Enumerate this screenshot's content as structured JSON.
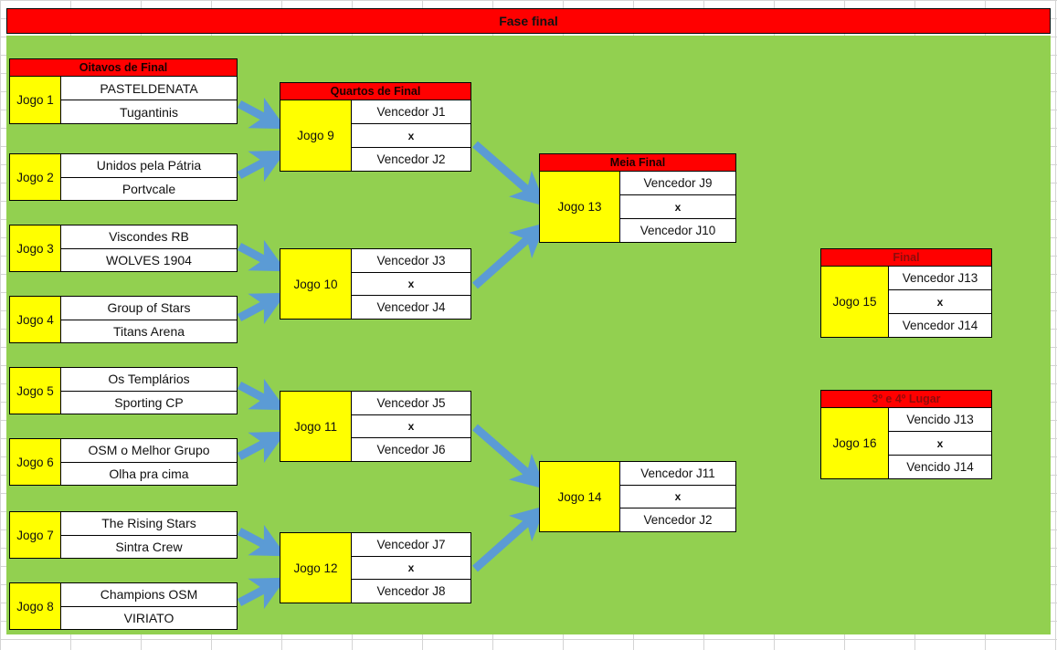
{
  "banner": {
    "title": "Fase final"
  },
  "colors": {
    "field_green": "#92D050",
    "header_red": "#FF0000",
    "game_yellow": "#FFFF00",
    "arrow_blue": "#5B9BD5",
    "border_black": "#000000"
  },
  "rounds": {
    "round_of_16": {
      "title": "Oitavos de Final"
    },
    "quarter_finals": {
      "title": "Quartos de Final"
    },
    "semi_finals": {
      "title": "Meia Final"
    },
    "final": {
      "title": "Final"
    },
    "third_place": {
      "title": "3º e 4º Lugar"
    }
  },
  "vs_label": "x",
  "matches": [
    {
      "id": "jogo-1",
      "game": "Jogo 1",
      "home": "PASTELDENATA",
      "away": "Tugantinis"
    },
    {
      "id": "jogo-2",
      "game": "Jogo 2",
      "home": "Unidos pela Pátria",
      "away": "Portvcale"
    },
    {
      "id": "jogo-3",
      "game": "Jogo 3",
      "home": "Viscondes RB",
      "away": "WOLVES 1904"
    },
    {
      "id": "jogo-4",
      "game": "Jogo 4",
      "home": "Group of Stars",
      "away": "Titans Arena"
    },
    {
      "id": "jogo-5",
      "game": "Jogo 5",
      "home": "Os Templários",
      "away": "Sporting CP"
    },
    {
      "id": "jogo-6",
      "game": "Jogo 6",
      "home": "OSM o Melhor Grupo",
      "away": "Olha pra cima"
    },
    {
      "id": "jogo-7",
      "game": "Jogo 7",
      "home": "The Rising Stars",
      "away": "Sintra Crew"
    },
    {
      "id": "jogo-8",
      "game": "Jogo 8",
      "home": "Champions OSM",
      "away": "VIRIATO"
    },
    {
      "id": "jogo-9",
      "game": "Jogo 9",
      "home": "Vencedor J1",
      "away": "Vencedor J2"
    },
    {
      "id": "jogo-10",
      "game": "Jogo 10",
      "home": "Vencedor J3",
      "away": "Vencedor J4"
    },
    {
      "id": "jogo-11",
      "game": "Jogo 11",
      "home": "Vencedor J5",
      "away": "Vencedor J6"
    },
    {
      "id": "jogo-12",
      "game": "Jogo 12",
      "home": "Vencedor J7",
      "away": "Vencedor J8"
    },
    {
      "id": "jogo-13",
      "game": "Jogo 13",
      "home": "Vencedor J9",
      "away": "Vencedor J10"
    },
    {
      "id": "jogo-14",
      "game": "Jogo 14",
      "home": "Vencedor J11",
      "away": "Vencedor J2"
    },
    {
      "id": "jogo-15",
      "game": "Jogo 15",
      "home": "Vencedor J13",
      "away": "Vencedor J14"
    },
    {
      "id": "jogo-16",
      "game": "Jogo 16",
      "home": "Vencido J13",
      "away": "Vencido J14"
    }
  ]
}
